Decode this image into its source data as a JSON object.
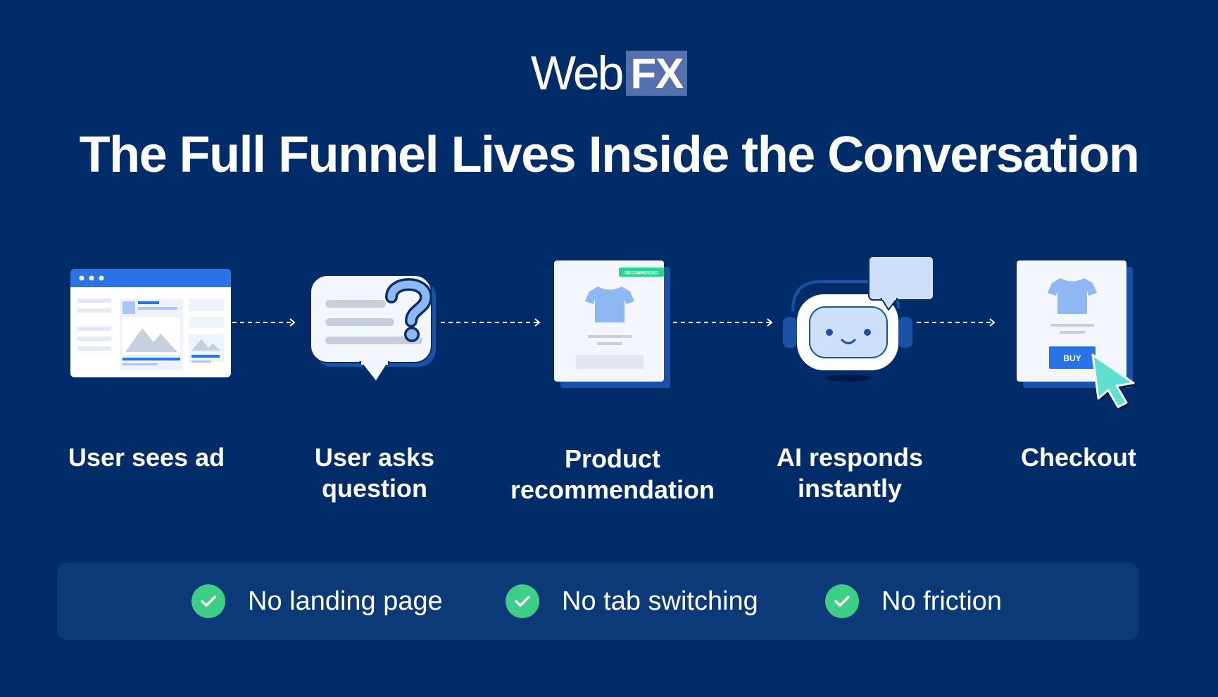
{
  "brand": {
    "word": "Web",
    "mark": "FX"
  },
  "title": "The Full Funnel Lives Inside the Conversation",
  "steps": [
    {
      "label": "User sees ad",
      "icon": "browser-ad-icon"
    },
    {
      "label": "User asks question",
      "icon": "question-bubble-icon"
    },
    {
      "label": "Product recommendation",
      "icon": "product-card-icon",
      "badge": "RECOMMENDED"
    },
    {
      "label": "AI responds instantly",
      "icon": "robot-chat-icon"
    },
    {
      "label": "Checkout",
      "icon": "checkout-card-icon",
      "button": "BUY"
    }
  ],
  "benefits": [
    {
      "text": "No landing page",
      "icon": "check-icon"
    },
    {
      "text": "No tab switching",
      "icon": "check-icon"
    },
    {
      "text": "No friction",
      "icon": "check-icon"
    }
  ],
  "colors": {
    "background": "#002c6a",
    "accent_blue": "#2a73e6",
    "check_green": "#3ecf86",
    "card": "#f3f6fc",
    "cursor": "#5fe0cf"
  }
}
